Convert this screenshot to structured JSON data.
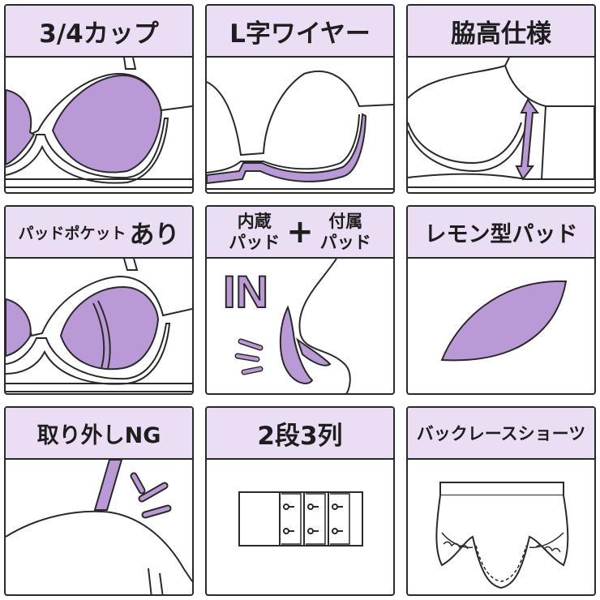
{
  "palette": {
    "purple": "#b99ad6",
    "purple_light": "#e9def3",
    "ink": "#2a2a2a",
    "bg": "#ffffff"
  },
  "panels": [
    {
      "title": "3/4カップ",
      "icon": "three-quarter-cup-bra-icon"
    },
    {
      "title": "L字ワイヤー",
      "icon": "l-shaped-wire-bra-icon"
    },
    {
      "title": "脇高仕様",
      "icon": "high-side-bra-icon"
    },
    {
      "title_small": "パッドポケット",
      "title_large": "あり",
      "icon": "pad-pocket-bra-icon"
    },
    {
      "left_top": "内蔵",
      "left_bottom": "パッド",
      "plus": "+",
      "right_top": "付属",
      "right_bottom": "パッド",
      "art_text": "IN",
      "icon": "built-in-pad-icon"
    },
    {
      "title": "レモン型パッド",
      "icon": "lemon-shaped-pad-icon"
    },
    {
      "title": "取り外しNG",
      "icon": "non-removable-strap-icon"
    },
    {
      "title": "2段3列",
      "icon": "two-row-three-column-hook-icon"
    },
    {
      "title": "バックレースショーツ",
      "icon": "back-lace-shorts-icon"
    }
  ]
}
